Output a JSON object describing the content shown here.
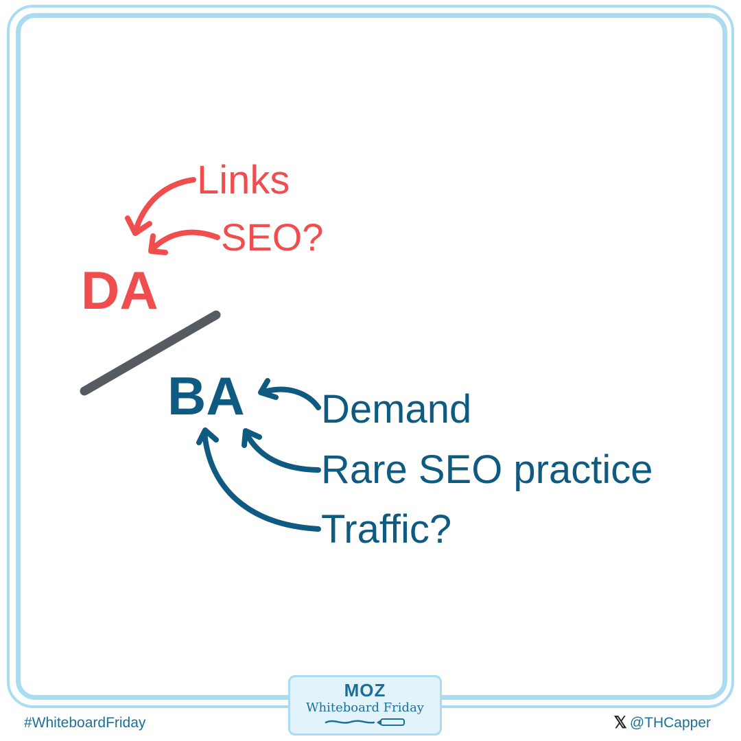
{
  "whiteboard": {
    "da": {
      "label": "DA",
      "inputs": [
        "Links",
        "SEO?"
      ],
      "color": "#f04e4e"
    },
    "ba": {
      "label": "BA",
      "inputs": [
        "Demand",
        "Rare SEO practice",
        "Traffic?"
      ],
      "color": "#0e5a80"
    },
    "divider_color": "#555b61"
  },
  "footer": {
    "hashtag": "#WhiteboardFriday",
    "handle": "@THCapper",
    "social_icon": "x-logo-icon",
    "badge": {
      "brand": "MOZ",
      "title": "Whiteboard Friday"
    }
  },
  "frame_color": "#a9dcf1"
}
